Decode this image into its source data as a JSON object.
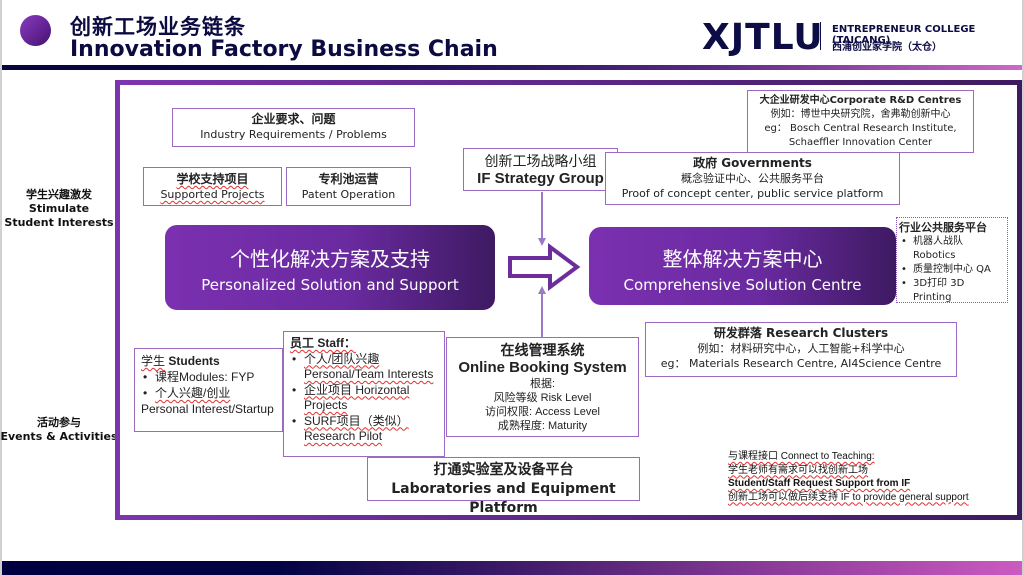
{
  "header": {
    "title_cn": "创新工场业务链条",
    "title_en": "Innovation Factory Business Chain",
    "logo": {
      "main": "XJTLU",
      "college_en": "ENTREPRENEUR COLLEGE (TAICANG)",
      "college_cn": "西浦创业家学院（太仓）"
    }
  },
  "side_labels": {
    "stimulate": {
      "cn": "学生兴趣激发",
      "en1": "Stimulate",
      "en2": "Student Interests"
    },
    "events": {
      "cn": "活动参与",
      "en": "Events & Activities"
    }
  },
  "boxes": {
    "industry": {
      "cn": "企业要求、问题",
      "en": "Industry Requirements / Problems"
    },
    "supported": {
      "cn": "学校支持项目",
      "en": "Supported Projects"
    },
    "patent": {
      "cn": "专利池运营",
      "en": "Patent Operation"
    },
    "strategy": {
      "cn": "创新工场战略小组",
      "en": "IF Strategy Group"
    },
    "government": {
      "title": "政府 Governments",
      "cn": "概念验证中心、公共服务平台",
      "en": "Proof of concept center, public service platform"
    },
    "corporate": {
      "title": "大企业研发中心Corporate R&D Centres",
      "cn": "例如：博世中央研究院，舍弗勒创新中心",
      "en1": "eg： Bosch Central Research Institute,",
      "en2": "Schaeffler Innovation Center"
    },
    "public_service": {
      "title": "行业公共服务平台",
      "items": [
        "机器人战队 Robotics",
        "质量控制中心 QA",
        "3D打印 3D Printing"
      ]
    },
    "students": {
      "title_cn": "学生",
      "title_en": "Students",
      "items": [
        "课程Modules: FYP",
        "个人兴趣/创业"
      ],
      "extra": "Personal Interest/Startup"
    },
    "staff": {
      "title": "员工 Staff：",
      "items": [
        "个人/团队兴趣 Personal/Team Interests",
        "企业项目 Horizontal Projects",
        "SURF项目（类似）Research Pilot"
      ]
    },
    "booking": {
      "cn": "在线管理系统",
      "en": "Online Booking System",
      "lines": [
        "根据:",
        "风险等级 Risk Level",
        "访问权限: Access Level",
        "成熟程度: Maturity"
      ]
    },
    "research": {
      "title": "研发群落 Research Clusters",
      "cn": "例如：材料研究中心，人工智能+科学中心",
      "en": "eg： Materials Research Centre, AI4Science Centre"
    },
    "labs": {
      "cn": "打通实验室及设备平台",
      "en": "Laboratories and Equipment Platform"
    }
  },
  "main_blocks": {
    "personalized": {
      "cn": "个性化解决方案及支持",
      "en": "Personalized Solution and Support"
    },
    "comprehensive": {
      "cn": "整体解决方案中心",
      "en": "Comprehensive Solution Centre"
    }
  },
  "teaching_note": {
    "lines": [
      "与课程接口 Connect to Teaching:",
      "学生老师有需求可以找创新工场",
      "Student/Staff Request Support from IF",
      "创新工场可以做后续支持 IF to provide general support"
    ]
  }
}
